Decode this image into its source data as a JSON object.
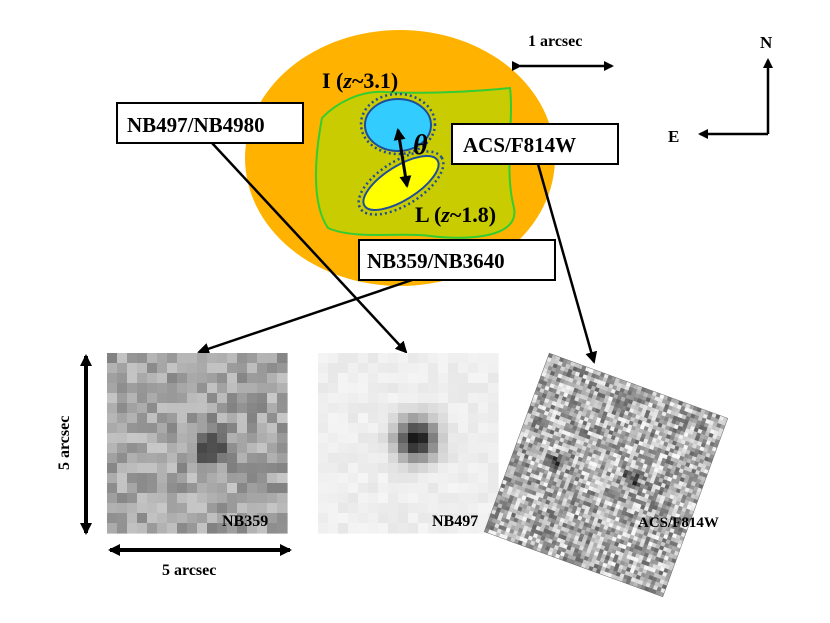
{
  "labels": {
    "scale_arcsec": "1 arcsec",
    "north": "N",
    "east": "E",
    "component_i_prefix": "I (",
    "component_i_z": "z",
    "component_i_suffix": "~3.1)",
    "component_l_prefix": "L (",
    "component_l_z": "z",
    "component_l_suffix": "~1.8)",
    "theta": "θ",
    "box_nb497": "NB497/NB4980",
    "box_acs": "ACS/F814W",
    "box_nb359": "NB359/NB3640",
    "panel_nb359": "NB359",
    "panel_nb497": "NB497",
    "panel_acs": "ACS/F814W",
    "size_vertical": "5 arcsec",
    "size_horizontal": "5 arcsec"
  },
  "colors": {
    "orange": "#FFB200",
    "olive": "#C8CC00",
    "green_outline": "#33CC33",
    "cyan": "#33CCFF",
    "yellow": "#FFFF00",
    "dotted_blue": "#1F4E99",
    "black": "#000000"
  }
}
